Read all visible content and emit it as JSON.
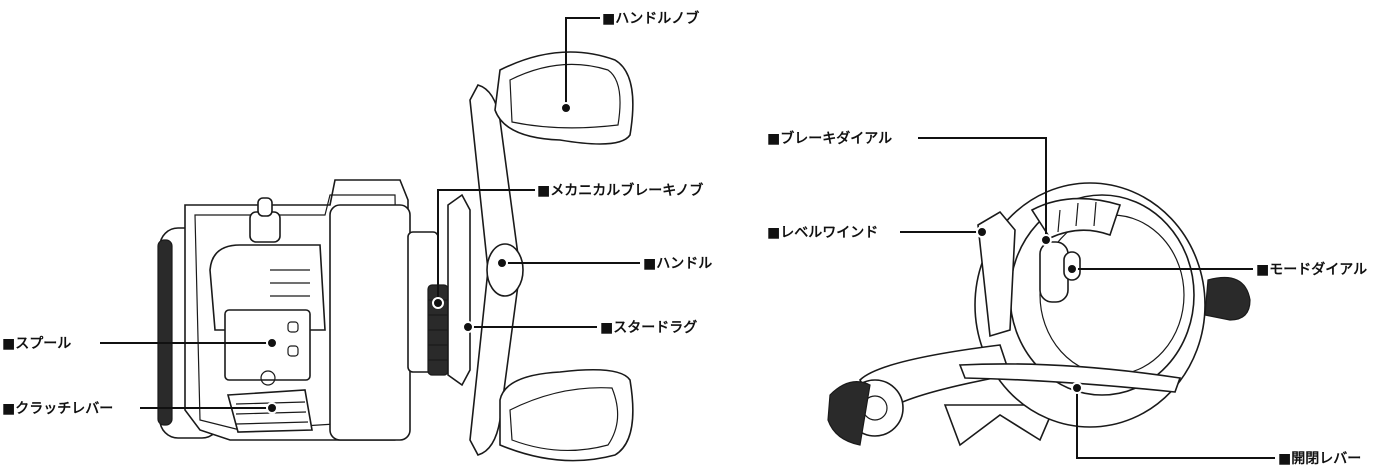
{
  "labels": {
    "handle_knob": "■ハンドルノブ",
    "mechanical_brake_knob": "■メカニカルブレーキノブ",
    "handle": "■ハンドル",
    "star_drag": "■スタードラグ",
    "spool": "■スプール",
    "clutch_lever": "■クラッチレバー",
    "brake_dial": "■ブレーキダイアル",
    "level_wind": "■レベルワインド",
    "mode_dial": "■モードダイアル",
    "open_close_lever": "■開閉レバー"
  },
  "colors": {
    "ink": "#111111",
    "body_fill": "#ffffff",
    "dark_fill": "#2a2a2a"
  }
}
